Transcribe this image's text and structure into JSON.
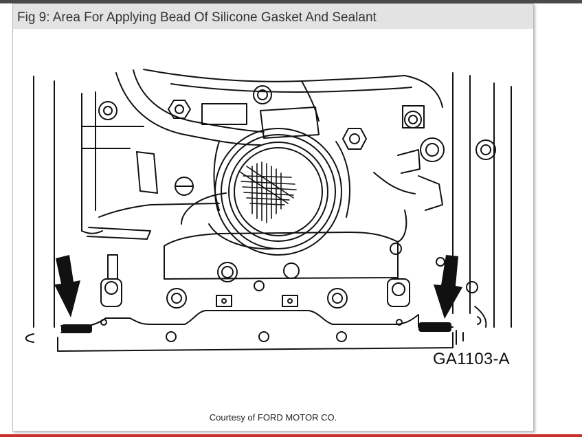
{
  "figure": {
    "caption": "Fig 9: Area For Applying Bead Of Silicone Gasket And Sealant",
    "reference_code": "GA1103-A",
    "credit": "Courtesy of FORD MOTOR CO."
  },
  "colors": {
    "caption_bg": "#e3e3e3",
    "line": "#111111",
    "top_bar": "#4a4a4a",
    "bottom_bar": "#c9302c"
  },
  "icons": [
    "down-arrow-icon"
  ]
}
